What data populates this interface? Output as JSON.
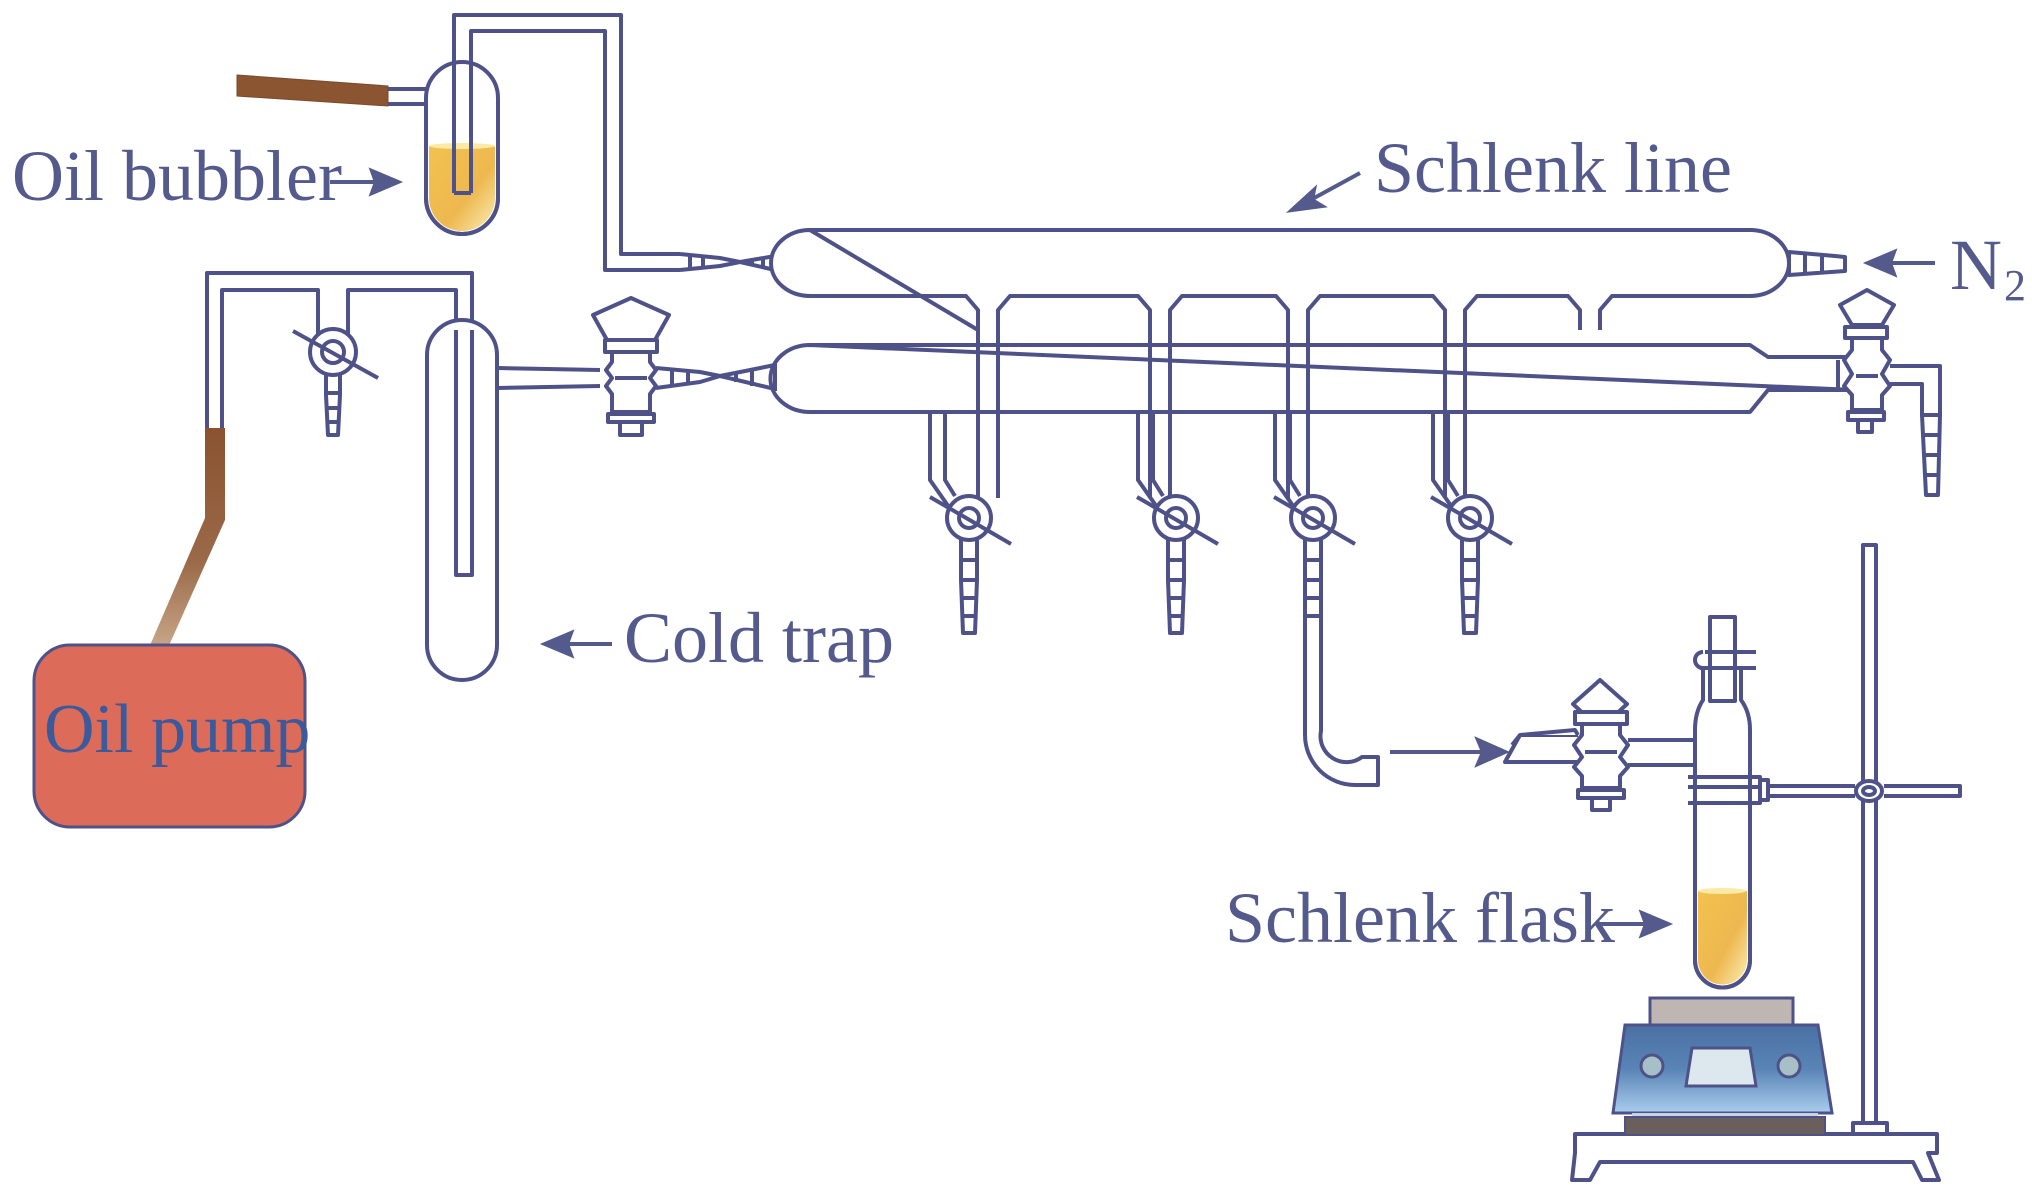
{
  "diagram": {
    "title": "Schlenk line apparatus",
    "labels": {
      "oil_bubbler": "Oil bubbler",
      "schlenk_line": "Schlenk line",
      "nitrogen_main": "N",
      "nitrogen_sub": "2",
      "cold_trap": "Cold trap",
      "oil_pump": "Oil pump",
      "schlenk_flask": "Schlenk flask"
    },
    "colors": {
      "glass_outline": "#4e5288",
      "label_text": "#555a8c",
      "pump_body": "#dd6b5a",
      "pump_text": "#3a5a9c",
      "tubing": "#8a5532",
      "liquid": "#efc04e",
      "stirrer_body": "#4d76a8",
      "stirrer_plate": "#bdb6b3",
      "stirrer_base": "#6a5f5c"
    },
    "manifold_taps": 4
  }
}
